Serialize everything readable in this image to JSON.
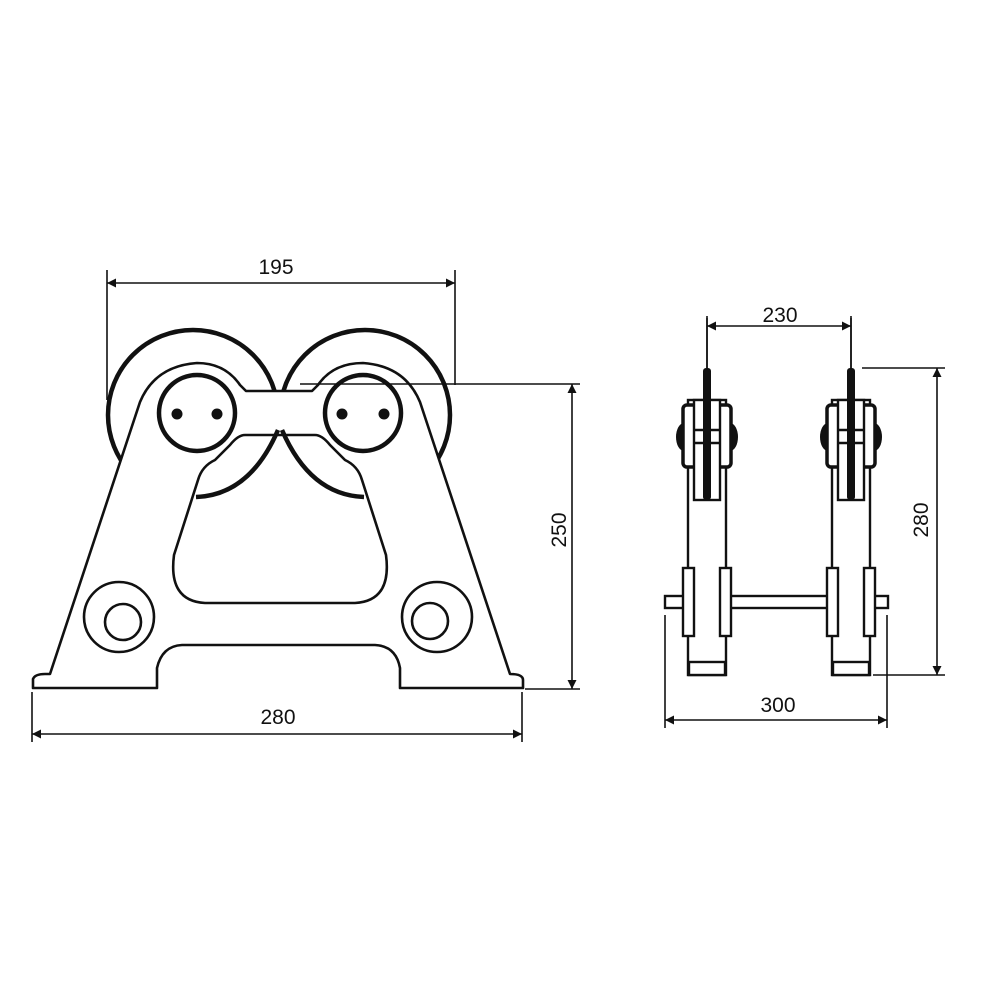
{
  "drawing": {
    "front_view": {
      "dim_wheel_span": "195",
      "dim_height": "250",
      "dim_base_width": "280"
    },
    "side_view": {
      "dim_wheel_spacing": "230",
      "dim_height": "280",
      "dim_axle_length": "300"
    }
  }
}
